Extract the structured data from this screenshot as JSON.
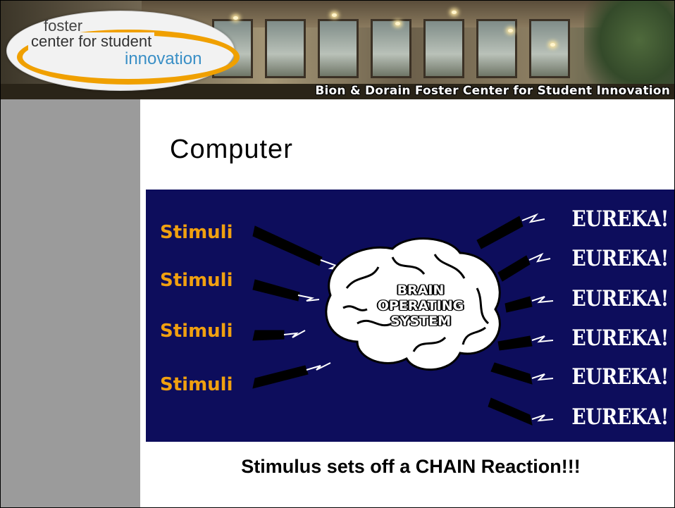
{
  "logo": {
    "line1": "foster",
    "line2": "center for student",
    "line3": "innovation",
    "ring_color": "#f0a000",
    "accent_color": "#3a8fc6"
  },
  "banner": {
    "text": "Bion & Dorain Foster Center for Student Innovation"
  },
  "slide": {
    "title": "Computer",
    "caption": "Stimulus sets off a CHAIN Reaction!!!"
  },
  "image": {
    "background_color": "#0d0d5c",
    "stimuli": [
      "Stimuli",
      "Stimuli",
      "Stimuli",
      "Stimuli"
    ],
    "stimuli_color": "#f0a010",
    "brain_label": [
      "BRAIN",
      "OPERATING",
      "SYSTEM"
    ],
    "eurekas": [
      "EUREKA!",
      "EUREKA!",
      "EUREKA!",
      "EUREKA!",
      "EUREKA!",
      "EUREKA!"
    ]
  }
}
